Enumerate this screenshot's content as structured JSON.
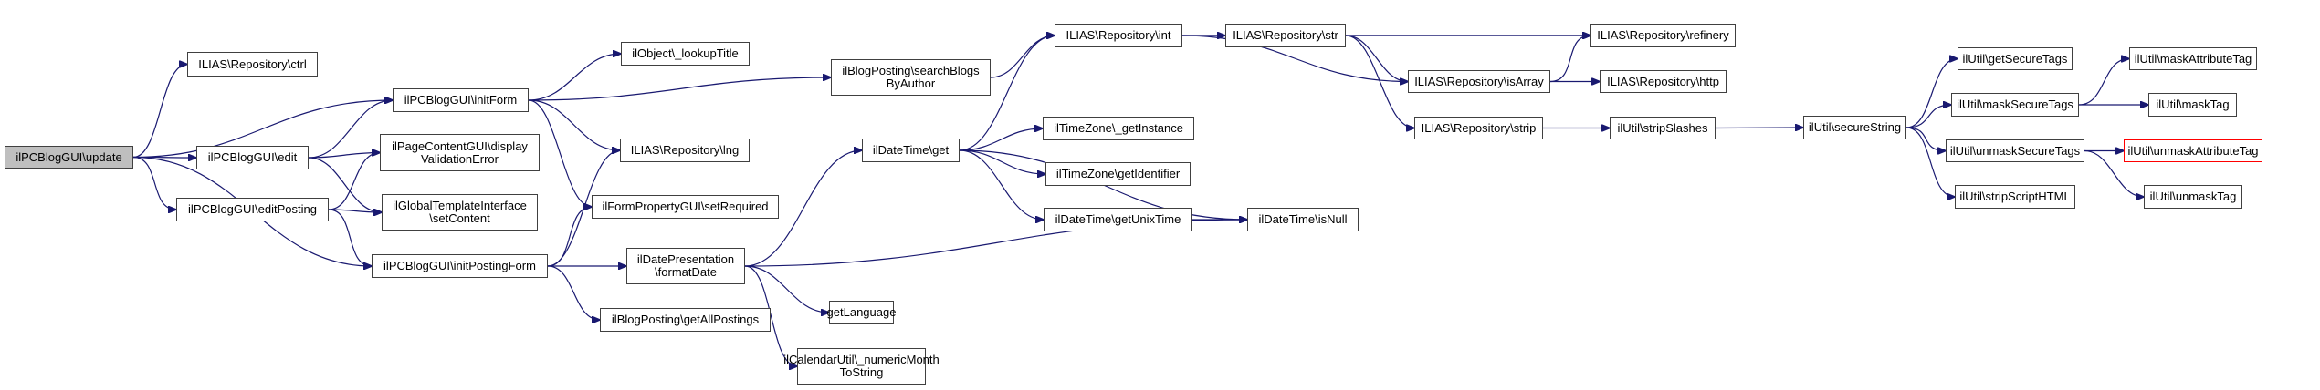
{
  "diagram": {
    "type": "call-graph",
    "colors": {
      "edge": "#191970",
      "node_border": "#404040",
      "root_fill": "#bfbfbf",
      "missing_border": "#ff0000"
    },
    "nodes": [
      {
        "id": "update",
        "label": "ilPCBlogGUI\\update",
        "kind": "root"
      },
      {
        "id": "ctrl",
        "label": "ILIAS\\Repository\\ctrl"
      },
      {
        "id": "edit",
        "label": "ilPCBlogGUI\\edit"
      },
      {
        "id": "editPosting",
        "label": "ilPCBlogGUI\\editPosting"
      },
      {
        "id": "initForm",
        "label": "ilPCBlogGUI\\initForm"
      },
      {
        "id": "lookupTitle",
        "label": "ilObject\\_lookupTitle"
      },
      {
        "id": "displayValidationError",
        "label": "ilPageContentGUI\\display\nValidationError"
      },
      {
        "id": "lng",
        "label": "ILIAS\\Repository\\lng"
      },
      {
        "id": "setContent",
        "label": "ilGlobalTemplateInterface\n\\setContent"
      },
      {
        "id": "setRequired",
        "label": "ilFormPropertyGUI\\setRequired"
      },
      {
        "id": "initPostingForm",
        "label": "ilPCBlogGUI\\initPostingForm"
      },
      {
        "id": "formatDate",
        "label": "ilDatePresentation\n\\formatDate"
      },
      {
        "id": "getAllPostings",
        "label": "ilBlogPosting\\getAllPostings"
      },
      {
        "id": "searchBlogsByAuthor",
        "label": "ilBlogPosting\\searchBlogs\nByAuthor"
      },
      {
        "id": "int",
        "label": "ILIAS\\Repository\\int"
      },
      {
        "id": "dtGet",
        "label": "ilDateTime\\get"
      },
      {
        "id": "getInstance",
        "label": "ilTimeZone\\_getInstance"
      },
      {
        "id": "getIdentifier",
        "label": "ilTimeZone\\getIdentifier"
      },
      {
        "id": "getUnixTime",
        "label": "ilDateTime\\getUnixTime"
      },
      {
        "id": "isNull",
        "label": "ilDateTime\\isNull"
      },
      {
        "id": "getLanguage",
        "label": "getLanguage"
      },
      {
        "id": "numericMonth",
        "label": "ilCalendarUtil\\_numericMonth\nToString"
      },
      {
        "id": "str",
        "label": "ILIAS\\Repository\\str"
      },
      {
        "id": "isArray",
        "label": "ILIAS\\Repository\\isArray"
      },
      {
        "id": "strip",
        "label": "ILIAS\\Repository\\strip"
      },
      {
        "id": "refinery",
        "label": "ILIAS\\Repository\\refinery"
      },
      {
        "id": "http",
        "label": "ILIAS\\Repository\\http"
      },
      {
        "id": "stripSlashes",
        "label": "ilUtil\\stripSlashes"
      },
      {
        "id": "secureString",
        "label": "ilUtil\\secureString"
      },
      {
        "id": "getSecureTags",
        "label": "ilUtil\\getSecureTags"
      },
      {
        "id": "maskSecureTags",
        "label": "ilUtil\\maskSecureTags"
      },
      {
        "id": "unmaskSecureTags",
        "label": "ilUtil\\unmaskSecureTags"
      },
      {
        "id": "stripScriptHTML",
        "label": "ilUtil\\stripScriptHTML"
      },
      {
        "id": "maskAttributeTag",
        "label": "ilUtil\\maskAttributeTag"
      },
      {
        "id": "maskTag",
        "label": "ilUtil\\maskTag"
      },
      {
        "id": "unmaskAttributeTag",
        "label": "ilUtil\\unmaskAttributeTag",
        "kind": "missing"
      },
      {
        "id": "unmaskTag",
        "label": "ilUtil\\unmaskTag"
      }
    ],
    "edges": [
      [
        "update",
        "ctrl"
      ],
      [
        "update",
        "initForm"
      ],
      [
        "update",
        "edit"
      ],
      [
        "update",
        "editPosting"
      ],
      [
        "update",
        "initPostingForm"
      ],
      [
        "edit",
        "initForm"
      ],
      [
        "edit",
        "displayValidationError"
      ],
      [
        "edit",
        "setContent"
      ],
      [
        "editPosting",
        "displayValidationError"
      ],
      [
        "editPosting",
        "setContent"
      ],
      [
        "editPosting",
        "initPostingForm"
      ],
      [
        "initForm",
        "lookupTitle"
      ],
      [
        "initForm",
        "searchBlogsByAuthor"
      ],
      [
        "initForm",
        "lng"
      ],
      [
        "initForm",
        "setRequired"
      ],
      [
        "initPostingForm",
        "lng"
      ],
      [
        "initPostingForm",
        "setRequired"
      ],
      [
        "initPostingForm",
        "formatDate"
      ],
      [
        "initPostingForm",
        "getAllPostings"
      ],
      [
        "searchBlogsByAuthor",
        "int"
      ],
      [
        "formatDate",
        "dtGet"
      ],
      [
        "formatDate",
        "isNull"
      ],
      [
        "formatDate",
        "getLanguage"
      ],
      [
        "formatDate",
        "numericMonth"
      ],
      [
        "dtGet",
        "int"
      ],
      [
        "dtGet",
        "isNull"
      ],
      [
        "dtGet",
        "getInstance"
      ],
      [
        "dtGet",
        "getIdentifier"
      ],
      [
        "dtGet",
        "getUnixTime"
      ],
      [
        "getUnixTime",
        "isNull"
      ],
      [
        "int",
        "refinery"
      ],
      [
        "int",
        "str"
      ],
      [
        "int",
        "isArray"
      ],
      [
        "str",
        "refinery"
      ],
      [
        "str",
        "isArray"
      ],
      [
        "str",
        "strip"
      ],
      [
        "isArray",
        "refinery"
      ],
      [
        "isArray",
        "http"
      ],
      [
        "strip",
        "stripSlashes"
      ],
      [
        "stripSlashes",
        "secureString"
      ],
      [
        "secureString",
        "getSecureTags"
      ],
      [
        "secureString",
        "maskSecureTags"
      ],
      [
        "secureString",
        "unmaskSecureTags"
      ],
      [
        "secureString",
        "stripScriptHTML"
      ],
      [
        "maskSecureTags",
        "maskAttributeTag"
      ],
      [
        "maskSecureTags",
        "maskTag"
      ],
      [
        "unmaskSecureTags",
        "unmaskAttributeTag"
      ],
      [
        "unmaskSecureTags",
        "unmaskTag"
      ]
    ]
  }
}
